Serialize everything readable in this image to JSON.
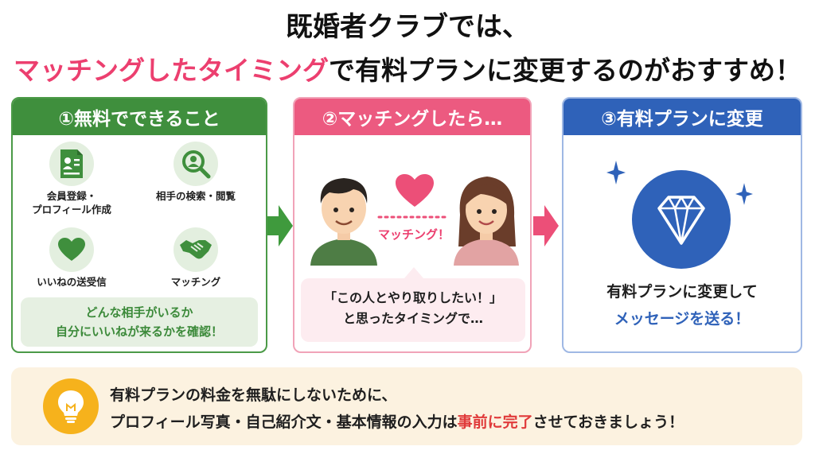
{
  "title": {
    "line1": "既婚者クラブでは、",
    "line2_highlight": "マッチングしたタイミング",
    "line2_rest": "で有料プランに変更するのがおすすめ！"
  },
  "panel1": {
    "header": "①無料でできること",
    "features": [
      {
        "icon": "profile-card-icon",
        "label_line1": "会員登録・",
        "label_line2": "プロフィール作成"
      },
      {
        "icon": "search-person-icon",
        "label_line1": "相手の検索・閲覧",
        "label_line2": ""
      },
      {
        "icon": "heart-icon",
        "label_line1": "いいねの送受信",
        "label_line2": ""
      },
      {
        "icon": "handshake-icon",
        "label_line1": "マッチング",
        "label_line2": ""
      }
    ],
    "note_line1": "どんな相手がいるか",
    "note_line2": "自分にいいねが来るかを確認！"
  },
  "panel2": {
    "header": "②マッチングしたら…",
    "match_label": "マッチング！",
    "speech_line1": "「この人とやり取りしたい！」",
    "speech_line2": "と思ったタイミングで…"
  },
  "panel3": {
    "header": "③有料プランに変更",
    "text_line1": "有料プランに変更して",
    "text_line2": "メッセージを送る！"
  },
  "bottom": {
    "line1": "有料プランの料金を無駄にしないために、",
    "line2_before": "プロフィール写真・自己紹介文・基本情報の入力は",
    "line2_highlight": "事前に完了",
    "line2_after": "させておきましょう！"
  },
  "colors": {
    "green": "#3f8f3d",
    "pink": "#ec5a80",
    "blue": "#2f62b9",
    "highlight_pink": "#ec3f6f",
    "highlight_red": "#e03a3a",
    "bulb_yellow": "#f6b21c"
  }
}
